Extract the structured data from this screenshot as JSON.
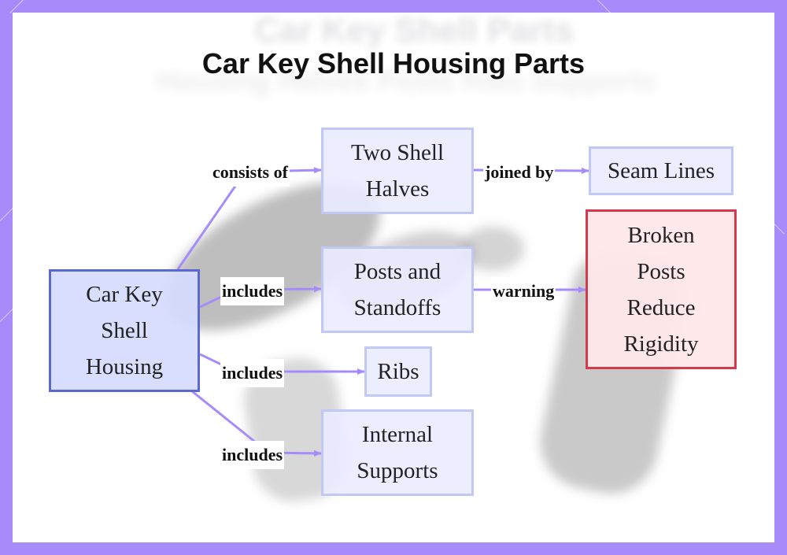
{
  "diagram": {
    "title": "Car Key Shell Housing Parts",
    "nodes": {
      "root": "Car Key Shell Housing",
      "halves": "Two Shell Halves",
      "seams": "Seam Lines",
      "posts": "Posts and Standoffs",
      "broken": "Broken Posts Reduce Rigidity",
      "ribs": "Ribs",
      "supports": "Internal Supports"
    },
    "edges": {
      "consists_of": "consists of",
      "joined_by": "joined by",
      "includes_posts": "includes",
      "warning": "warning",
      "includes_ribs": "includes",
      "includes_supports": "includes"
    }
  },
  "colors": {
    "frame": "#a78bfa",
    "edge": "#a78bfa",
    "node_fill": "#eaecff",
    "node_border": "#c2c8f5",
    "root_border": "#5b6ad0",
    "warning_fill": "#ffe8ea",
    "warning_border": "#d53a4c"
  }
}
